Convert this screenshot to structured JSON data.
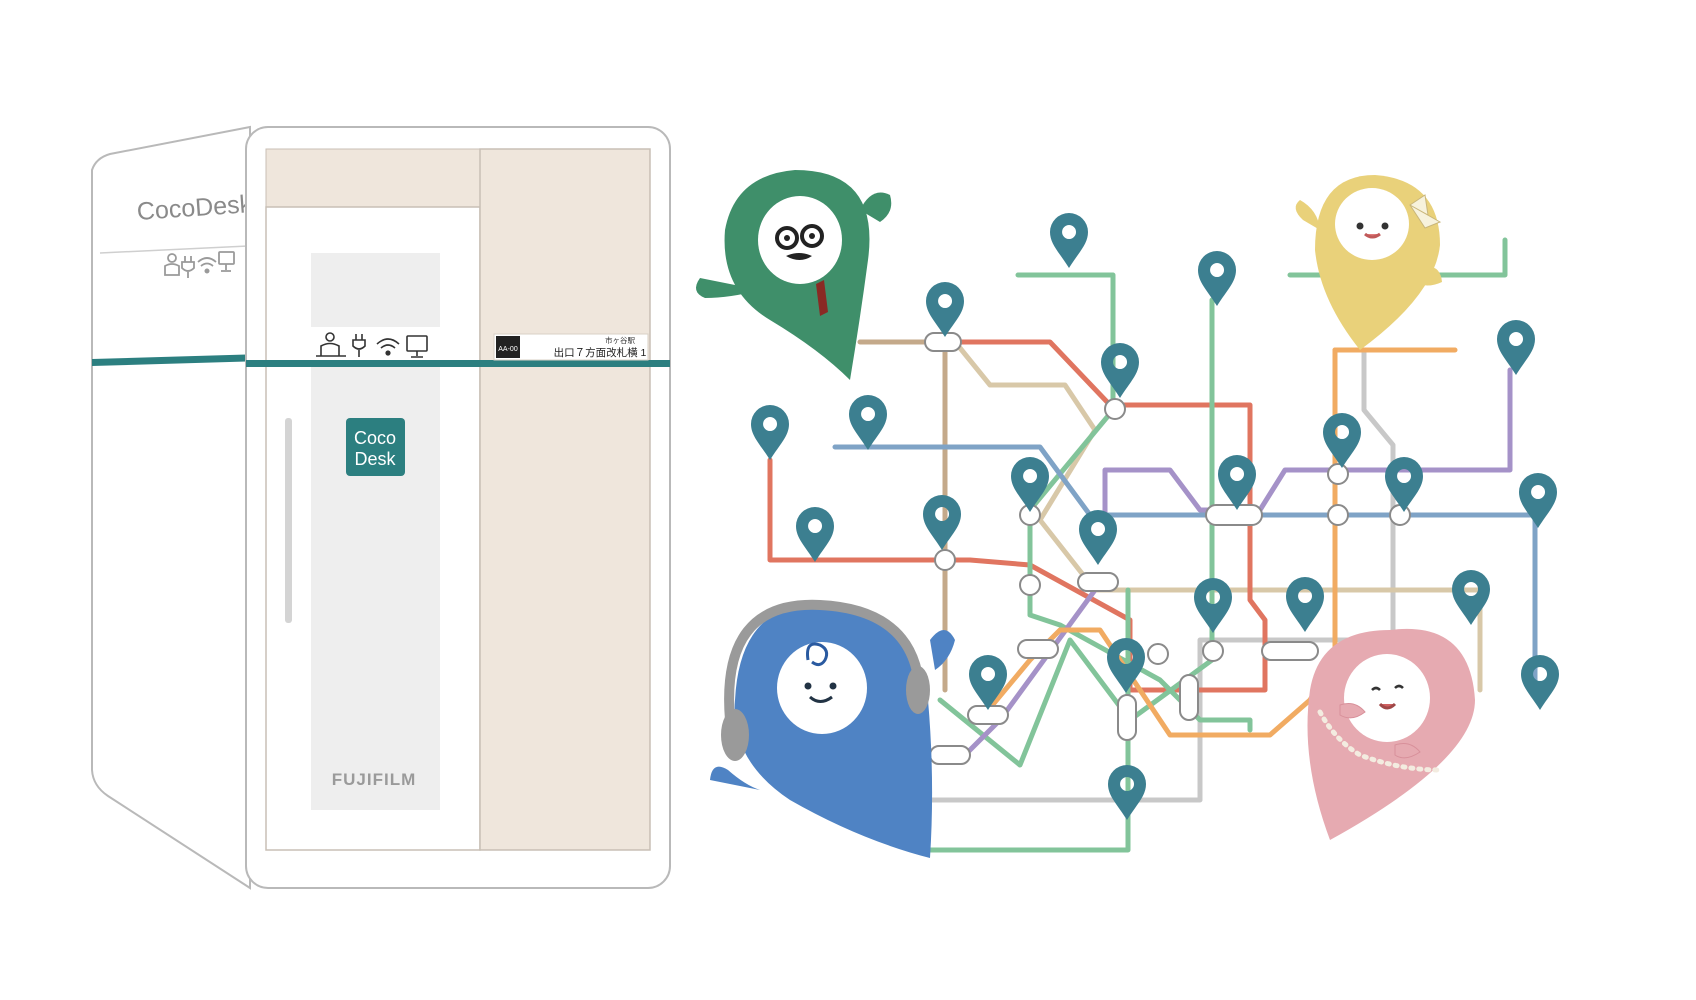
{
  "booth": {
    "side_brand": "CocoDesk",
    "logo_line1": "Coco",
    "logo_line2": "Desk",
    "manufacturer": "FUJIFILM",
    "sign_code": "AA-00",
    "sign_station": "市ヶ谷駅",
    "sign_location": "出口７方面改札横 1",
    "amenity_icons": [
      "desk-person-icon",
      "power-plug-icon",
      "wifi-icon",
      "monitor-icon"
    ]
  },
  "mascots": [
    {
      "name": "green-mascot",
      "color": "#3f8f6a"
    },
    {
      "name": "yellow-mascot",
      "color": "#e9d17a"
    },
    {
      "name": "blue-mascot",
      "color": "#4f83c4"
    },
    {
      "name": "pink-mascot",
      "color": "#e6aab1"
    }
  ],
  "colors": {
    "teal": "#2c7f80",
    "booth_panel": "#efe6dc",
    "pin": "#3c7f90",
    "line_red": "#e07560",
    "line_green": "#82c49a",
    "line_blue": "#7fa3c6",
    "line_orange": "#f1ab62",
    "line_beige": "#d8c8a8",
    "line_purple": "#a592c8",
    "line_gray": "#c8c8c8",
    "line_brown": "#c4a98a"
  }
}
